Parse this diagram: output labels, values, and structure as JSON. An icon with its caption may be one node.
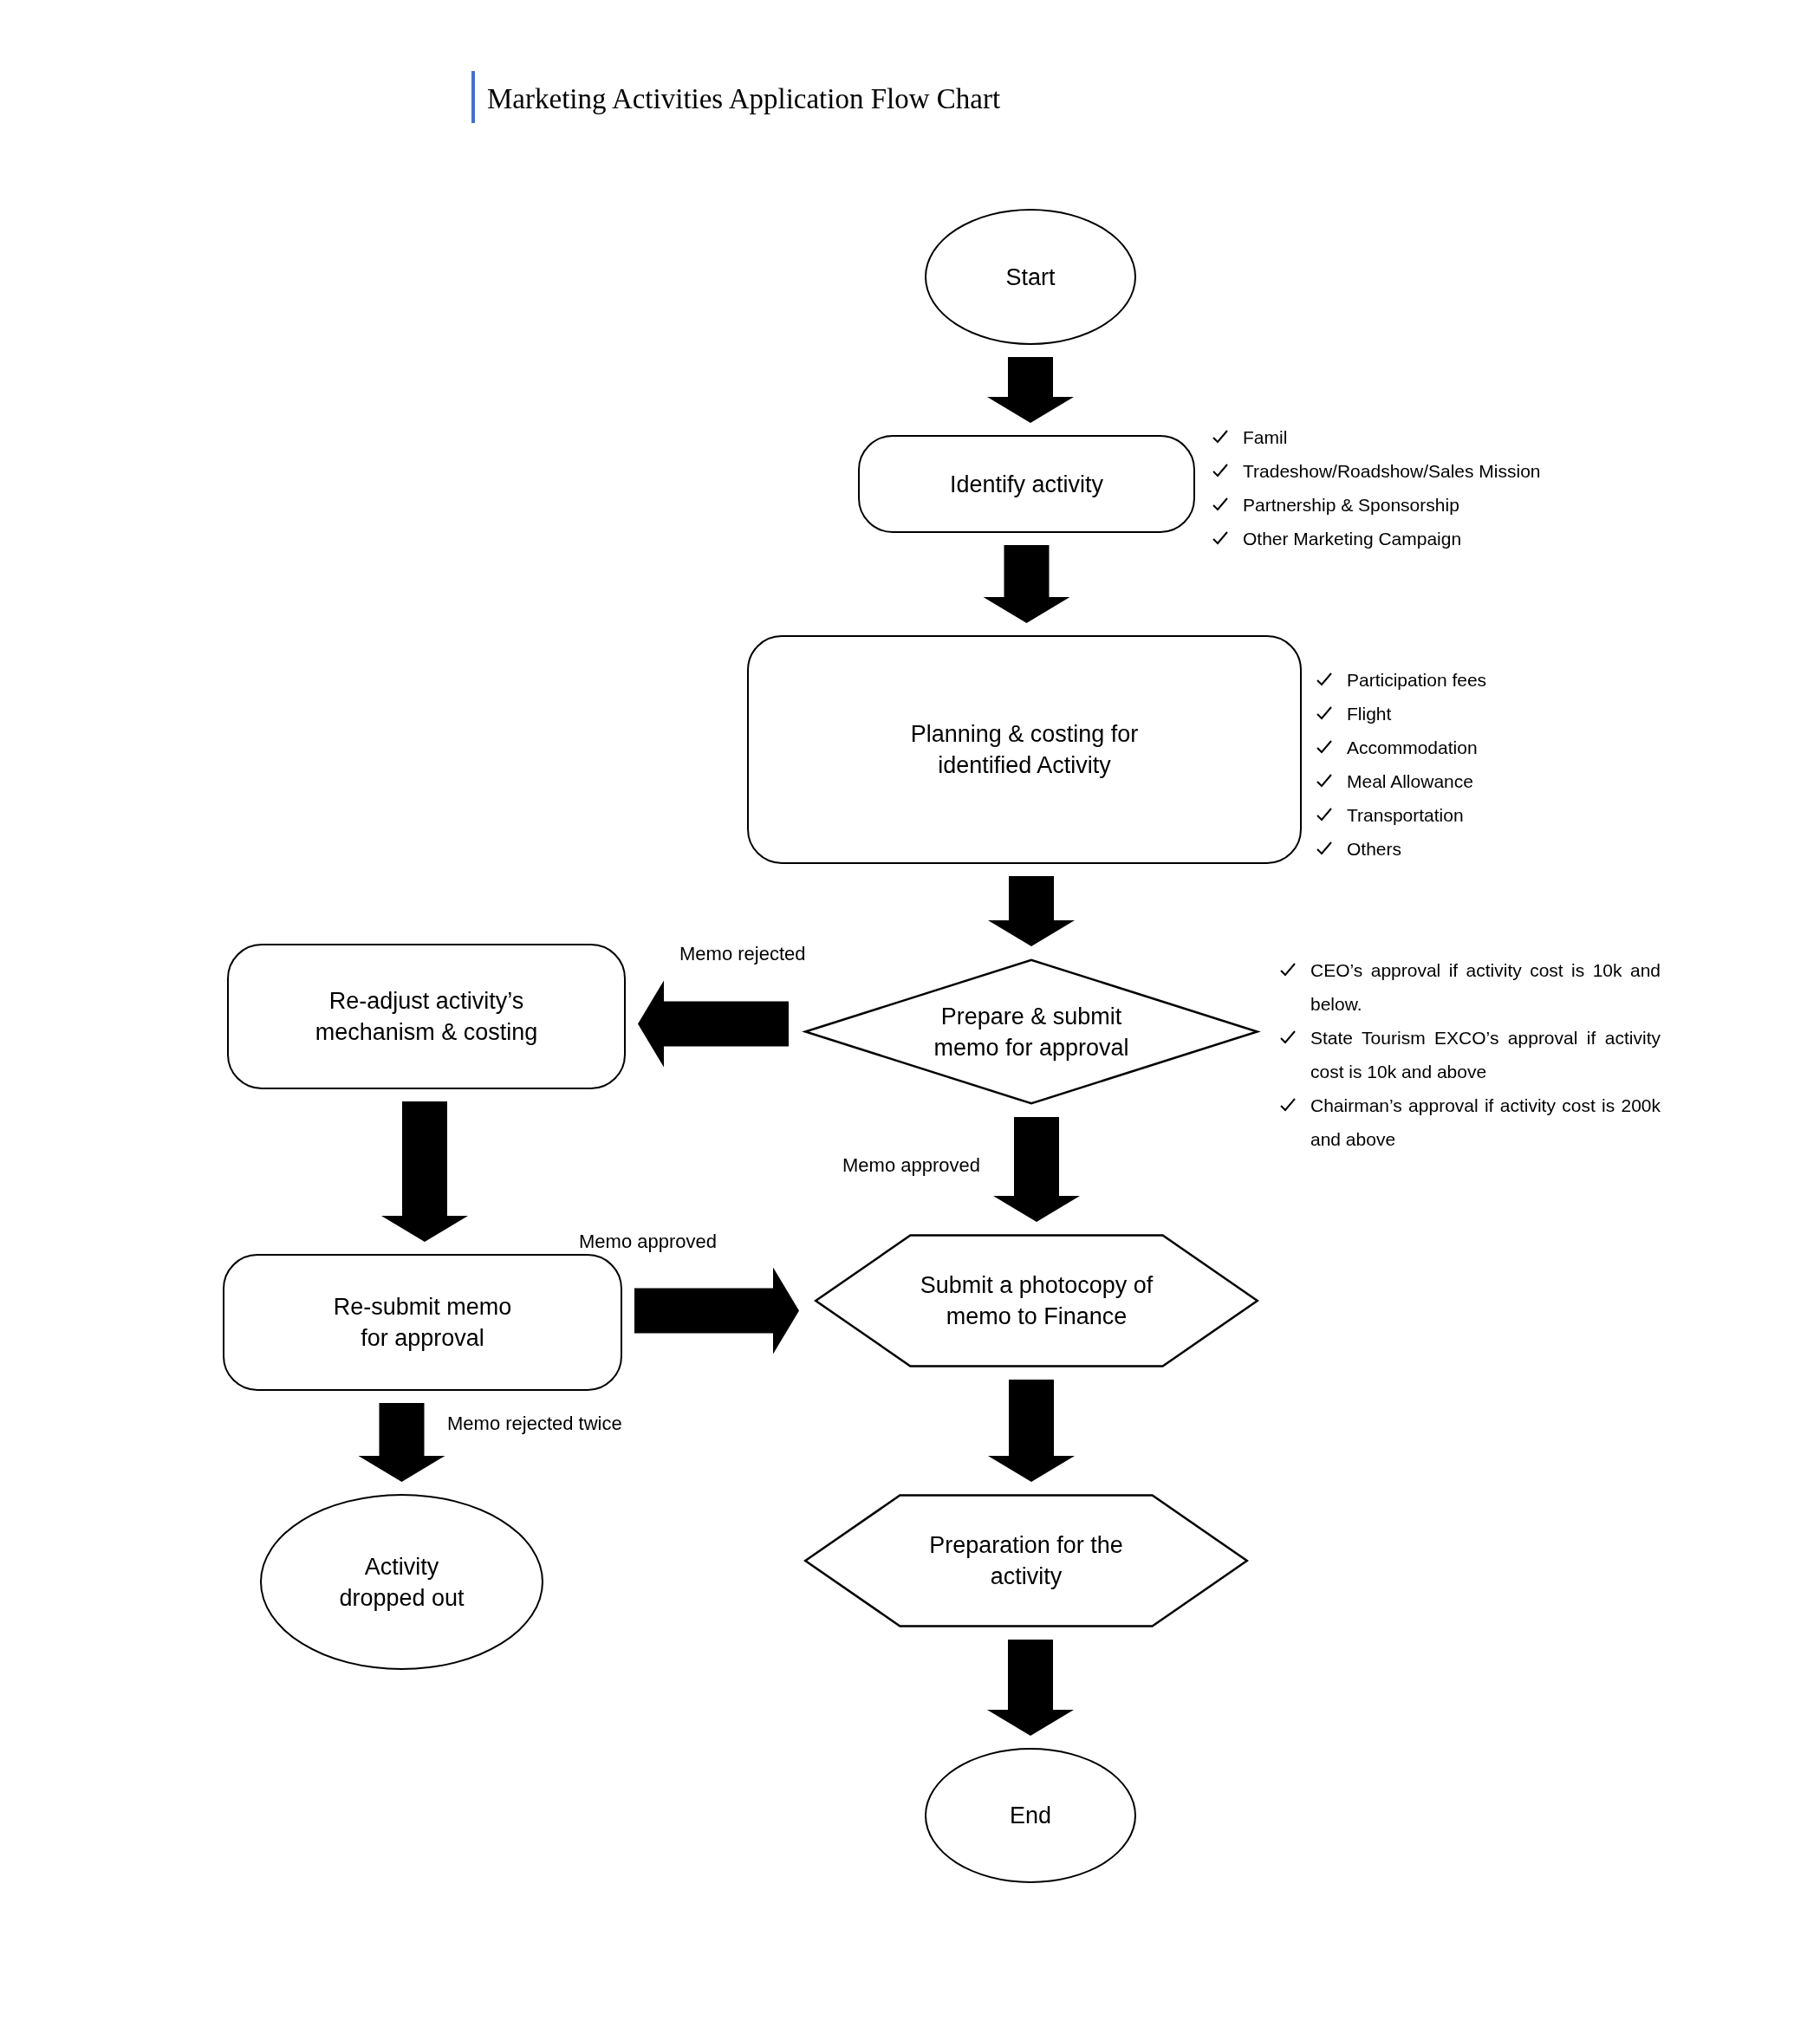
{
  "diagram": {
    "title": "Marketing Activities Application Flow Chart",
    "nodes": [
      {
        "text": [
          "Start"
        ]
      },
      {
        "text": [
          "Identify activity"
        ],
        "beside": [
          "Famil",
          "Tradeshow/Roadshow/Sales Mission",
          "Partnership & Sponsorship",
          "Other Marketing Campaign"
        ]
      },
      {
        "text": [
          "Planning & costing for identified Activity"
        ],
        "beside": [
          "Participation fees",
          "Flight",
          "Accommodation",
          "Meal Allowance",
          "Transportation",
          "Others"
        ]
      },
      {
        "text": [
          "Prepare & submit memo for approval"
        ],
        "beside": [
          "CEO’s approval if activity cost is 10k and below.",
          "State Tourism EXCO’s approval if activity cost is 10k and above",
          "Chairman’s approval if activity cost is 200k and above"
        ]
      },
      {
        "text": [
          "Re-adjust activity’s mechanism & costing"
        ]
      },
      {
        "text": [
          "Re-submit memo for approval"
        ]
      },
      {
        "text": [
          "Activity dropped out"
        ]
      },
      {
        "text": [
          "Submit a photocopy of memo to Finance"
        ]
      },
      {
        "text": [
          "Preparation for the activity"
        ]
      },
      {
        "text": [
          "End"
        ]
      }
    ],
    "edges": [
      {
        "from": 0,
        "to": 1,
        "arrow": "to"
      },
      {
        "from": 1,
        "to": 2,
        "arrow": "to"
      },
      {
        "from": 2,
        "to": 3,
        "arrow": "to"
      },
      {
        "from": 3,
        "to": 4,
        "arrow": "to",
        "label": "Memo rejected"
      },
      {
        "from": 3,
        "to": 7,
        "arrow": "to",
        "label": "Memo approved"
      },
      {
        "from": 4,
        "to": 5,
        "arrow": "to"
      },
      {
        "from": 5,
        "to": 7,
        "arrow": "to",
        "label": "Memo approved"
      },
      {
        "from": 5,
        "to": 6,
        "arrow": "to",
        "label": "Memo rejected twice"
      },
      {
        "from": 7,
        "to": 8,
        "arrow": "to"
      },
      {
        "from": 8,
        "to": 9,
        "arrow": "to"
      }
    ]
  }
}
